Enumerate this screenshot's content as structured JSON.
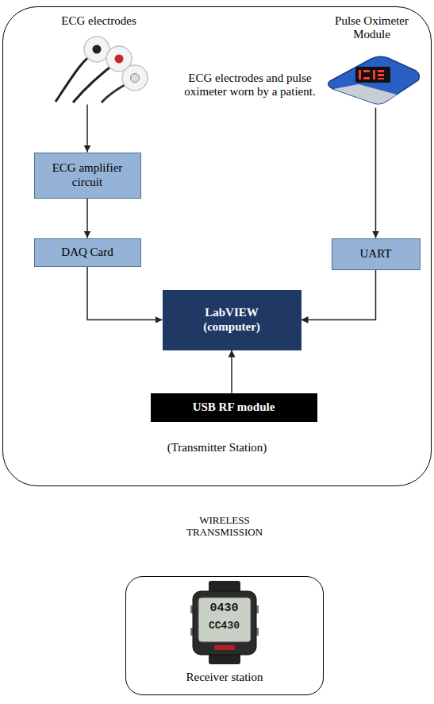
{
  "diagram": {
    "nodes": [
      {
        "text": [
          "(Transmitter Station)"
        ]
      },
      {
        "text": [
          "ECG electrodes"
        ],
        "in": 0
      },
      {
        "text": [
          "Pulse Oximeter Module"
        ],
        "in": 0
      },
      {
        "text": [
          "ECG amplifier circuit"
        ],
        "in": 0
      },
      {
        "text": [
          "DAQ Card"
        ],
        "in": 0
      },
      {
        "text": [
          "UART"
        ],
        "in": 0
      },
      {
        "text": [
          "LabVIEW (computer)"
        ],
        "in": 0
      },
      {
        "text": [
          "USB RF module"
        ],
        "in": 0
      },
      {
        "text": [
          "Receiver station"
        ]
      }
    ],
    "edges": [
      {
        "from": 1,
        "to": 3,
        "arrow": "to"
      },
      {
        "from": 3,
        "to": 4,
        "arrow": "to"
      },
      {
        "from": 4,
        "to": 6,
        "arrow": "to"
      },
      {
        "from": 2,
        "to": 5,
        "arrow": "to"
      },
      {
        "from": 5,
        "to": 6,
        "arrow": "to"
      },
      {
        "from": 7,
        "to": 6,
        "arrow": "to"
      }
    ],
    "labels": [
      "ECG electrodes and pulse oximeter worn by a patient.",
      "WIRELESS TRANSMISSION",
      "0430",
      "CC430"
    ]
  }
}
